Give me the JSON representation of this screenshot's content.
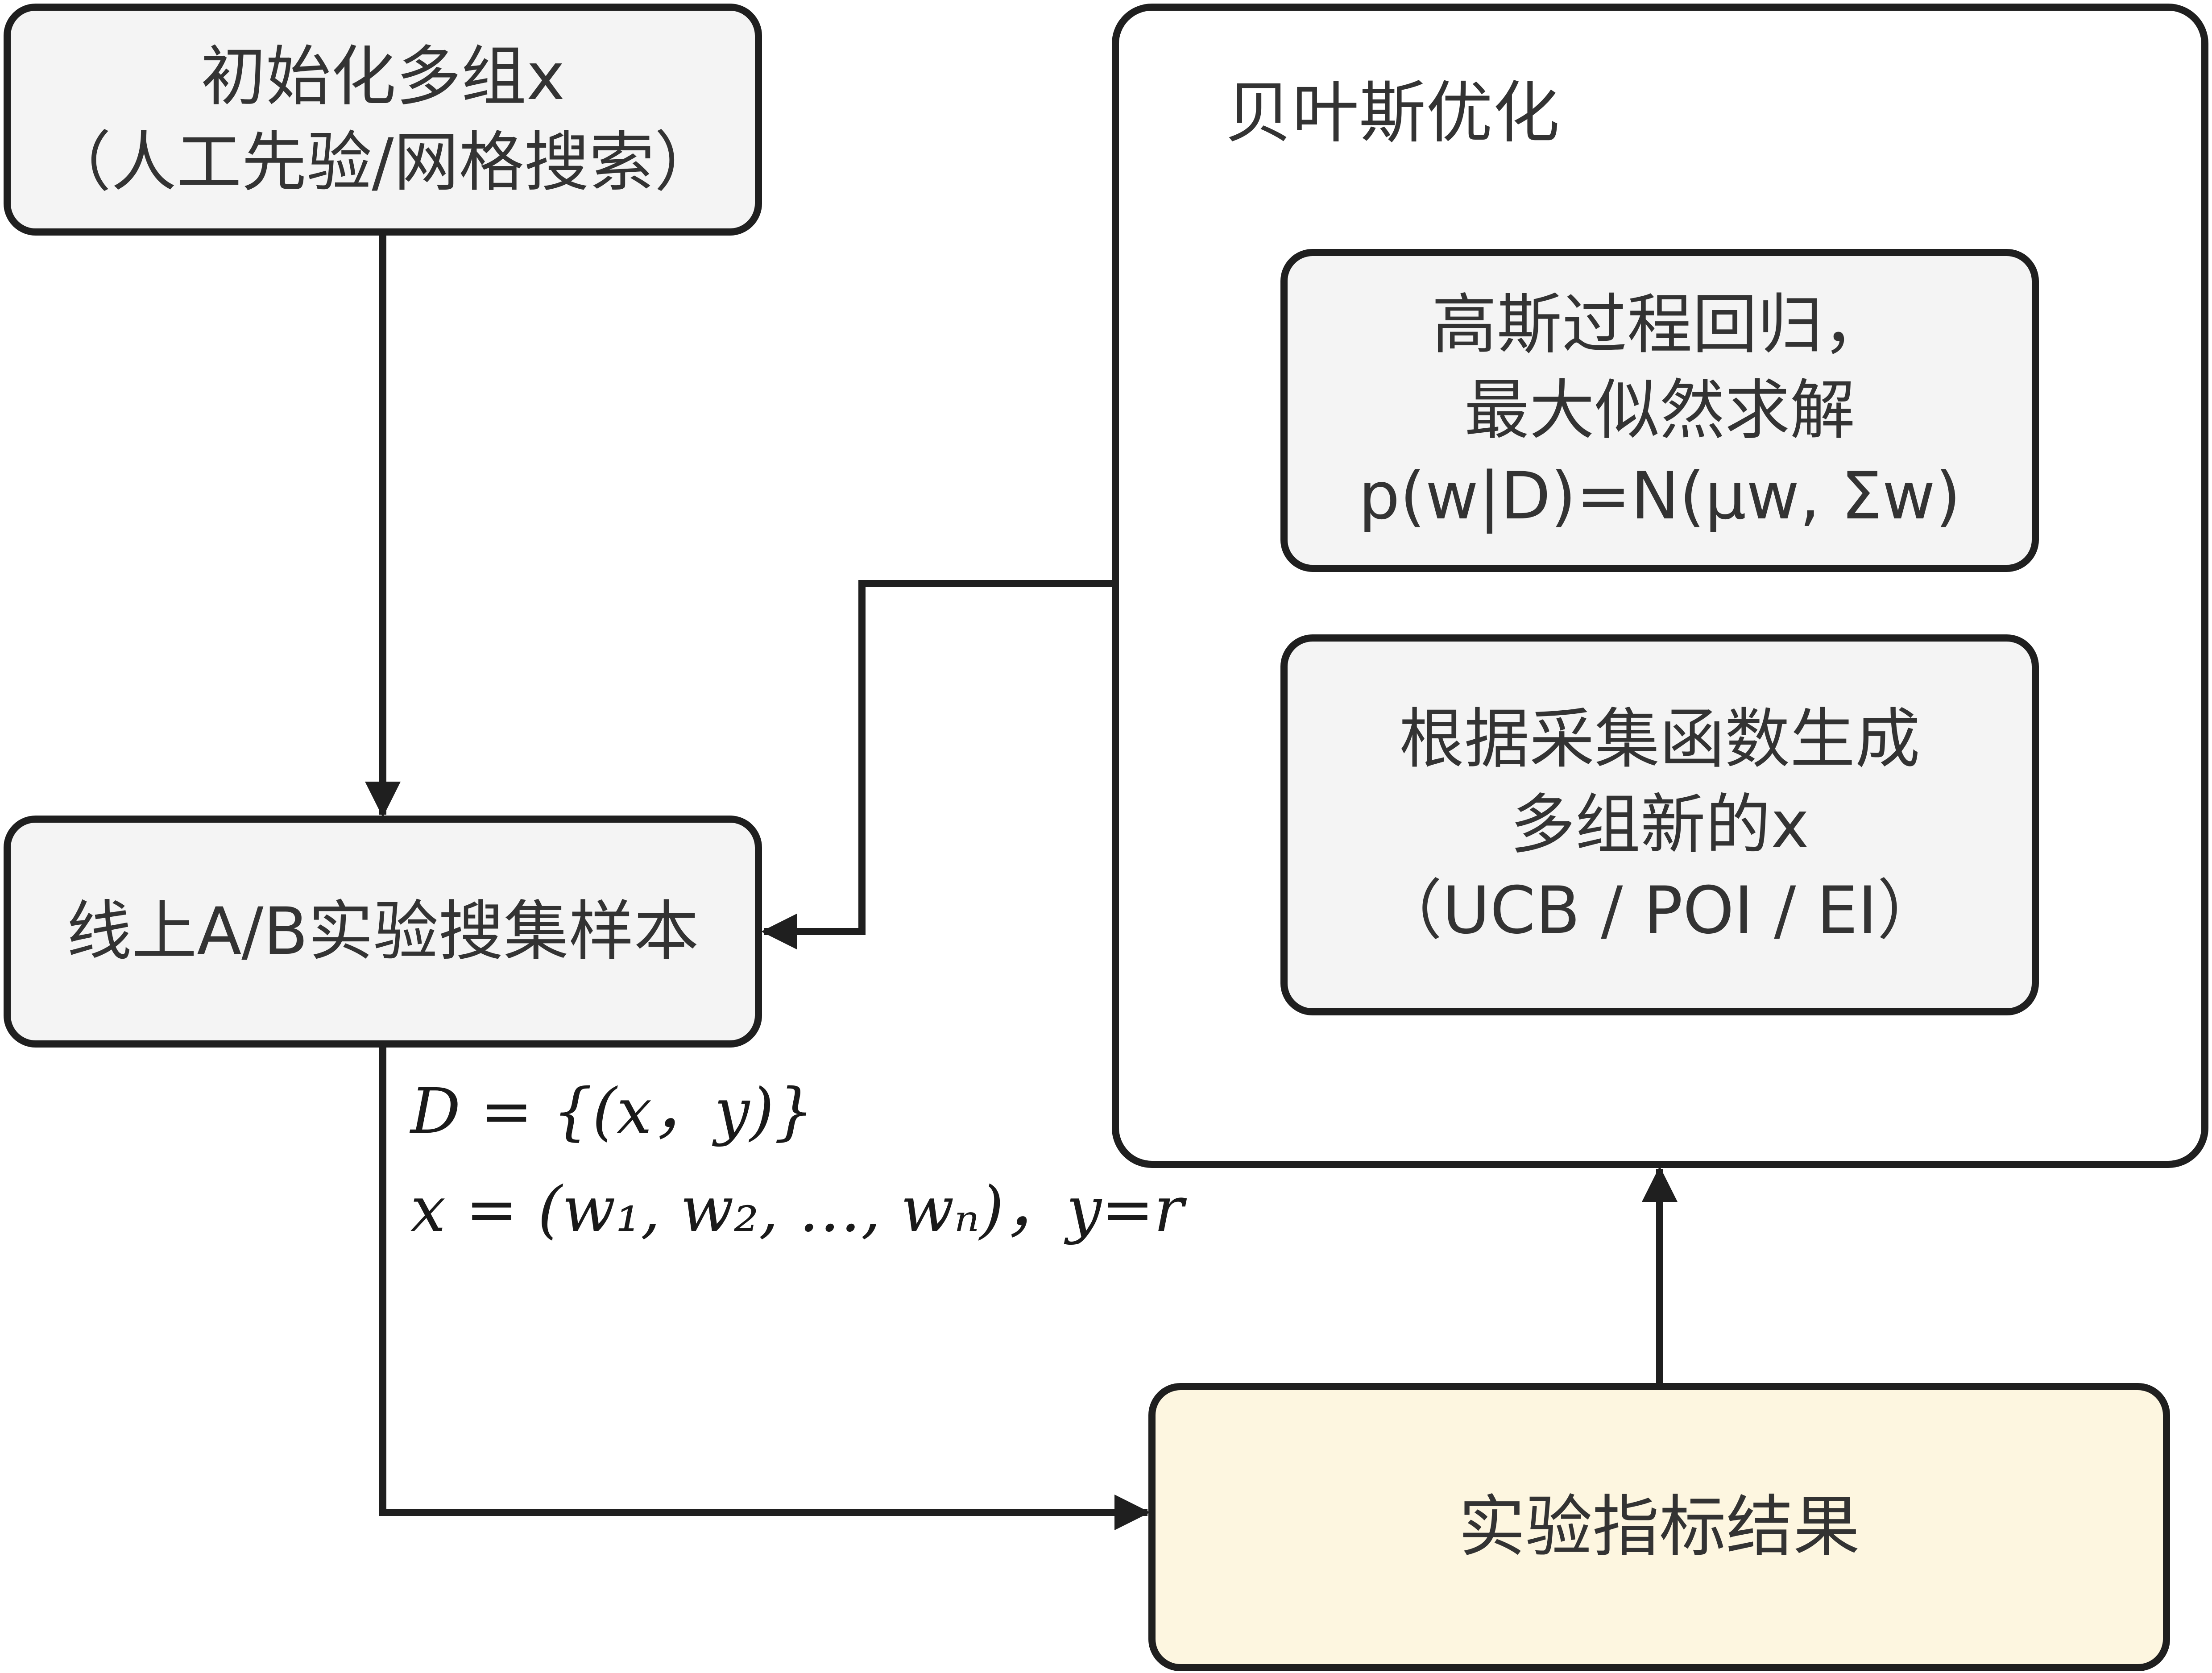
{
  "diagram": {
    "init_box": {
      "lines": [
        "初始化多组x",
        "（人工先验/网格搜索）"
      ]
    },
    "ab_box": {
      "lines": [
        "线上A/B实验搜集样本"
      ]
    },
    "bayes_box": {
      "title": "贝叶斯优化",
      "gp_box": {
        "lines": [
          "高斯过程回归，",
          "最大似然求解",
          "p(w|D)=N(μw, Σw)"
        ]
      },
      "acq_box": {
        "lines": [
          "根据采集函数生成",
          "多组新的x",
          "（UCB / POI / EI）"
        ]
      }
    },
    "result_box": {
      "lines": [
        "实验指标结果"
      ]
    },
    "formulas": [
      "D = {(x，y)}",
      "x = (w₁, w₂, …, wₙ)，y=r"
    ],
    "colors": {
      "stroke": "#1f1f1f",
      "box_fill": "#f4f4f4",
      "result_fill": "#fdf6e0",
      "text": "#333333"
    }
  }
}
